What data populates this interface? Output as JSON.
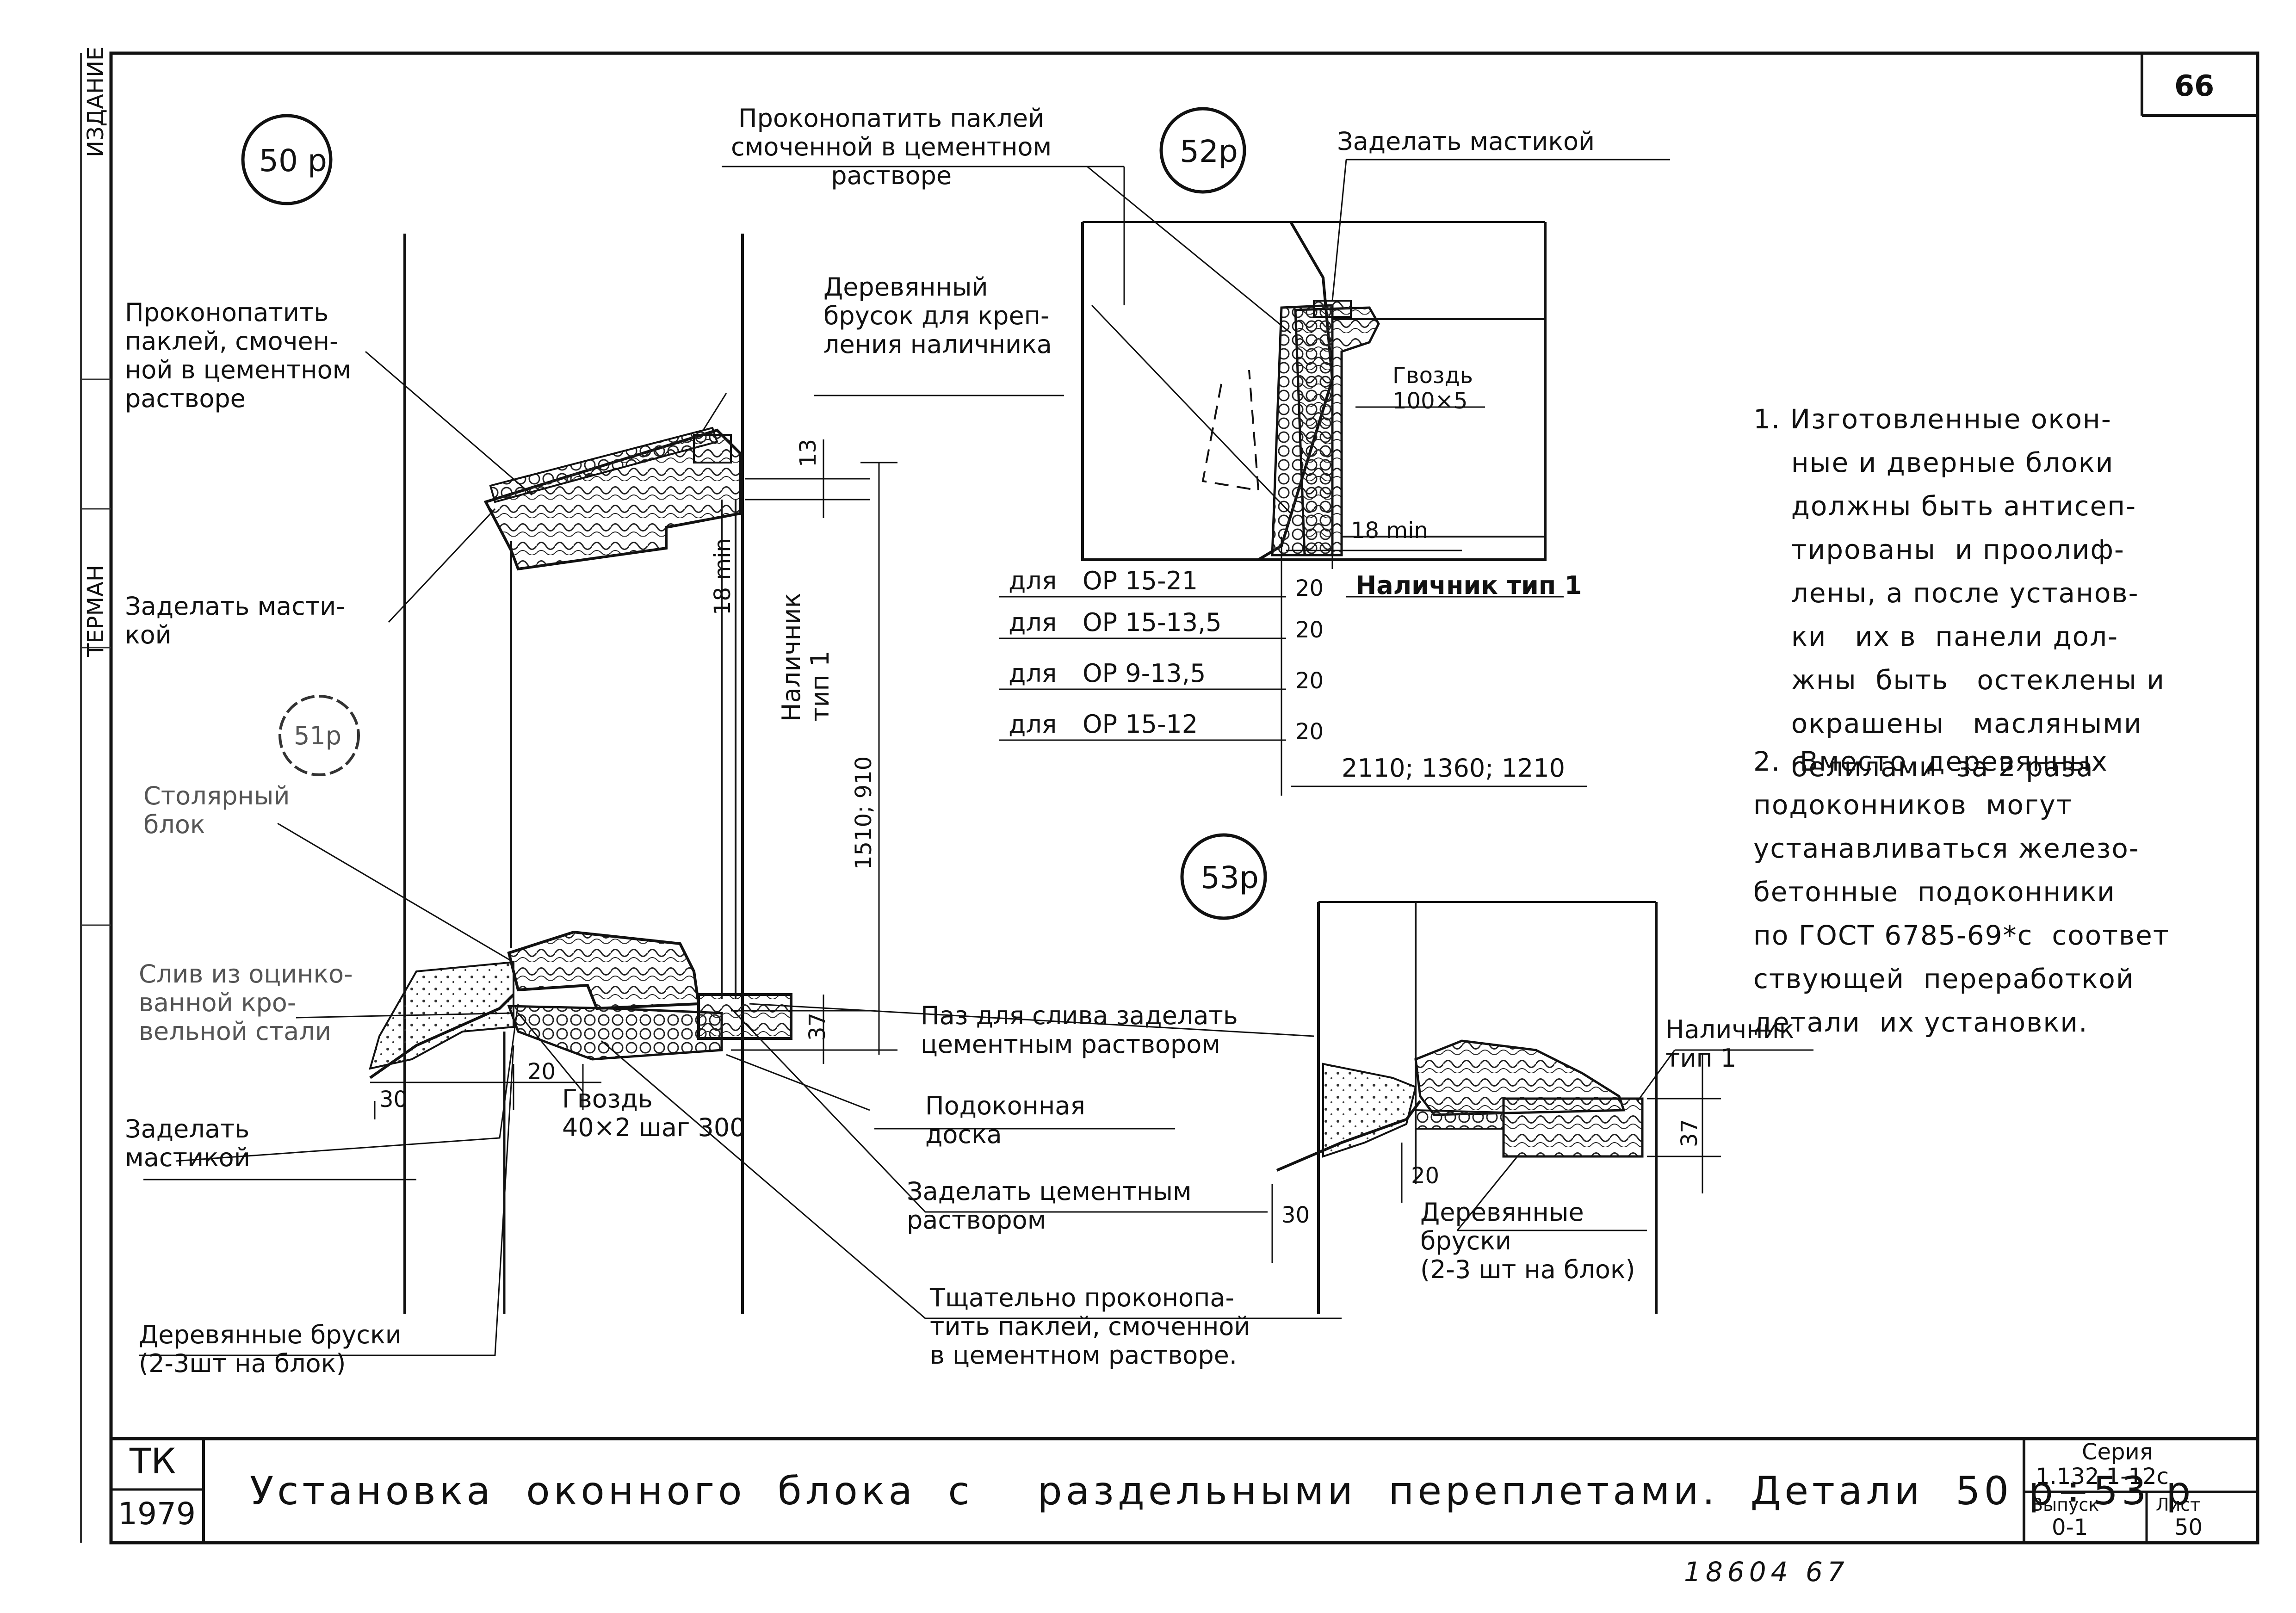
{
  "sheet": {
    "number": "66",
    "stamp": "18604 67",
    "side_stamp_label": "ТЕРМАН",
    "side_stamp_label2": "ИЗДАНИЕ"
  },
  "details": [
    {
      "id": "50p",
      "label": "50 р"
    },
    {
      "id": "51p",
      "label": "51р"
    },
    {
      "id": "52p",
      "label": "52р"
    },
    {
      "id": "53p",
      "label": "53р"
    }
  ],
  "labels_50p": {
    "caulk": "Проконопатить\nпаклей, смочен-\nной в цементном\nрастворе",
    "bar": "Деревянный\nбрусок для креп-\nления наличника",
    "mastic": "Заделать масти-\nкой",
    "casing": "Наличник\nтип 1",
    "dim_13": "13",
    "dim_18min": "18 min",
    "dim_1510": "1510; 910"
  },
  "labels_51p": {
    "frame": "Столярный\nблок",
    "drip": "Слив из оцинко-\nванной кро-\nвельной стали",
    "mastic": "Заделать\nмастикой",
    "nail": "Гвоздь\n40×2 шаг 300",
    "groove": "Паз для слива заделать\nцементным раствором",
    "sill": "Подоконная\nдоска",
    "cement": "Заделать цементным\nраствором",
    "thorough": "Тщательно проконопа-\nтить паклей, смоченной\nв цементном растворе.",
    "bars": "Деревянные бруски\n(2-3шт на блок)",
    "dim_20": "20",
    "dim_30": "30",
    "dim_37": "37"
  },
  "labels_52p": {
    "caulk": "Проконопатить паклей\nсмоченной в цементном\nрастворе",
    "mastic": "Заделать мастикой",
    "nail": "Гвоздь\n100×5",
    "dim_18min": "18 min",
    "casing": "Наличник тип 1",
    "rows": [
      {
        "for": "для",
        "code": "ОР 15-21",
        "dim": "20"
      },
      {
        "for": "для",
        "code": "ОР 15-13,5",
        "dim": "20"
      },
      {
        "for": "для",
        "code": "ОР 9-13,5",
        "dim": "20"
      },
      {
        "for": "для",
        "code": "ОР 15-12",
        "dim": "20"
      }
    ],
    "bottom_dim": "2110; 1360; 1210"
  },
  "labels_53p": {
    "casing": "Наличник\nтип 1",
    "bars": "Деревянные\nбруски\n(2-3 шт на блок)",
    "dim_37": "37",
    "dim_20": "20",
    "dim_30": "30"
  },
  "notes": [
    "1. Изготовленные окон-\n    ные и дверные блоки\n    должны быть антисеп-\n    тированы  и проолиф-\n    лены, а после установ-\n    ки   их в  панели дол-\n    жны  быть   остеклены и\n    окрашены   масляными\n    белилами  за 2 раза",
    "2.  Вместо  деревянных\nподоконников  могут\nустанавливаться железо-\nбетонные  подоконники\nпо ГОСТ 6785-69*с  соответ\nствующей  переработкой\nдетали  их установки."
  ],
  "title_block": {
    "code_tk": "ТК",
    "year": "1979",
    "title": "Установка  оконного  блока  с    раздельными  переплетами.  Детали  50 р÷53 р",
    "series_label": "Серия",
    "series_value": "1.132 1-12с",
    "issue_label": "Выпуск",
    "issue_value": "0-1",
    "sheet_label": "Лист",
    "sheet_value": "50"
  }
}
